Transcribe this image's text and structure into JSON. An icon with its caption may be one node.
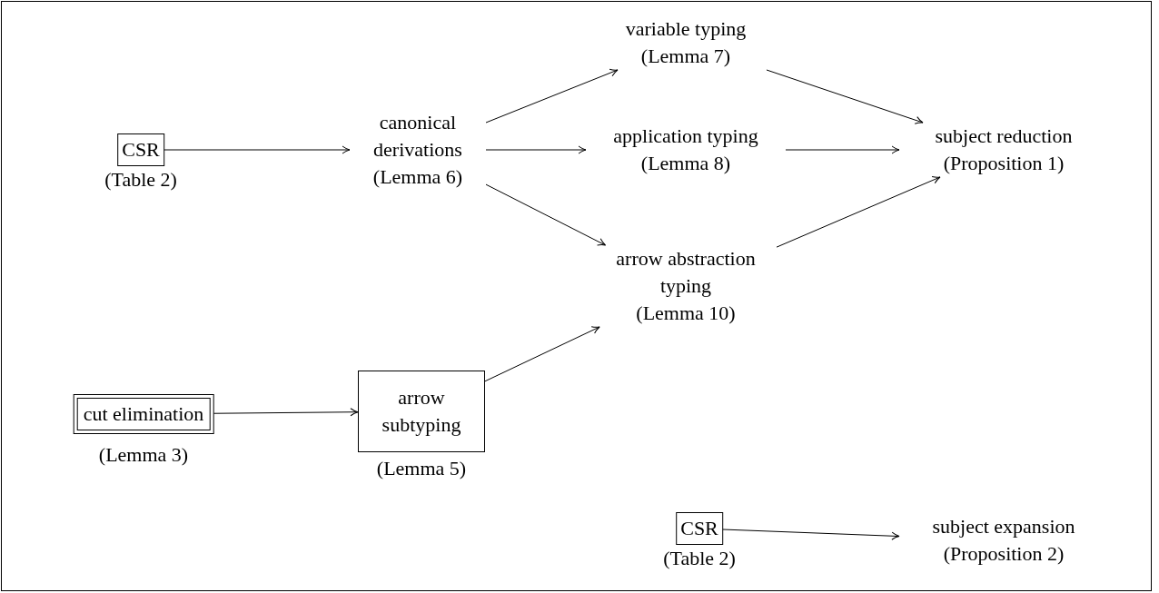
{
  "diagram": {
    "nodes": [
      {
        "text": [
          "CSR"
        ],
        "beside": [
          "(Table 2)"
        ]
      },
      {
        "text": [
          "canonical derivations",
          "(Lemma 6)"
        ]
      },
      {
        "text": [
          "variable typing",
          "(Lemma 7)"
        ]
      },
      {
        "text": [
          "application typing",
          "(Lemma 8)"
        ]
      },
      {
        "text": [
          "arrow abstraction typing",
          "(Lemma 10)"
        ]
      },
      {
        "text": [
          "subject reduction",
          "(Proposition 1)"
        ]
      },
      {
        "text": [
          "cut elimination"
        ],
        "beside": [
          "(Lemma 3)"
        ]
      },
      {
        "text": [
          "arrow subtyping"
        ],
        "beside": [
          "(Lemma 5)"
        ]
      },
      {
        "text": [
          "CSR"
        ],
        "beside": [
          "(Table 2)"
        ]
      },
      {
        "text": [
          "subject expansion",
          "(Proposition 2)"
        ]
      }
    ],
    "edges": [
      {
        "from": 0,
        "to": 1,
        "arrow": "to"
      },
      {
        "from": 1,
        "to": 2,
        "arrow": "to"
      },
      {
        "from": 1,
        "to": 3,
        "arrow": "to"
      },
      {
        "from": 1,
        "to": 4,
        "arrow": "to"
      },
      {
        "from": 2,
        "to": 5,
        "arrow": "to"
      },
      {
        "from": 3,
        "to": 5,
        "arrow": "to"
      },
      {
        "from": 4,
        "to": 5,
        "arrow": "to"
      },
      {
        "from": 6,
        "to": 7,
        "arrow": "to"
      },
      {
        "from": 7,
        "to": 4,
        "arrow": "to"
      },
      {
        "from": 8,
        "to": 9,
        "arrow": "to"
      }
    ]
  }
}
